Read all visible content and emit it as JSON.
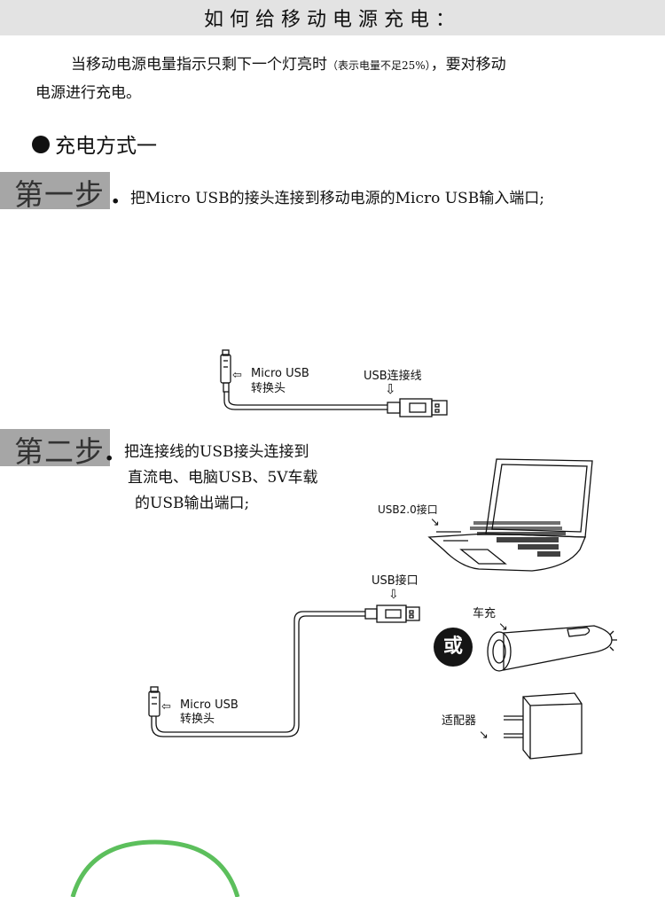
{
  "title": "如何给移动电源充电：",
  "intro": {
    "main": "当移动电源电量指示只剩下一个灯亮时",
    "note": "（表示电量不足25%）",
    "after_note": "，要对移动",
    "line2": "电源进行充电。"
  },
  "method_title": "充电方式一",
  "step1": {
    "label": "第一步",
    "dot": ".",
    "text": "把Micro USB的接头连接到移动电源的Micro USB输入端口;"
  },
  "step2": {
    "label": "第二步",
    "dot": ".",
    "lines": [
      "把连接线的USB接头连接到",
      "直流电、电脑USB、5V车载",
      "的USB输出端口;"
    ]
  },
  "diagram1": {
    "micro_usb_line1": "Micro USB",
    "micro_usb_line2": "转换头",
    "usb_cable": "USB连接线"
  },
  "diagram2": {
    "usb20_port": "USB2.0接口",
    "usb_port": "USB接口",
    "car_charger": "车充",
    "or_badge": "或",
    "adapter": "适配器",
    "micro_usb_line1": "Micro USB",
    "micro_usb_line2": "转换头"
  },
  "icons": {
    "arrow_down": "⇩",
    "arrow_left": "⇦",
    "arrow_diag": "↘"
  },
  "colors": {
    "title_bar": "#e3e3e3",
    "step_box": "#a6a6a6",
    "green_ring": "#5cbf5c",
    "bottom_panel": "#f2f2f2"
  }
}
